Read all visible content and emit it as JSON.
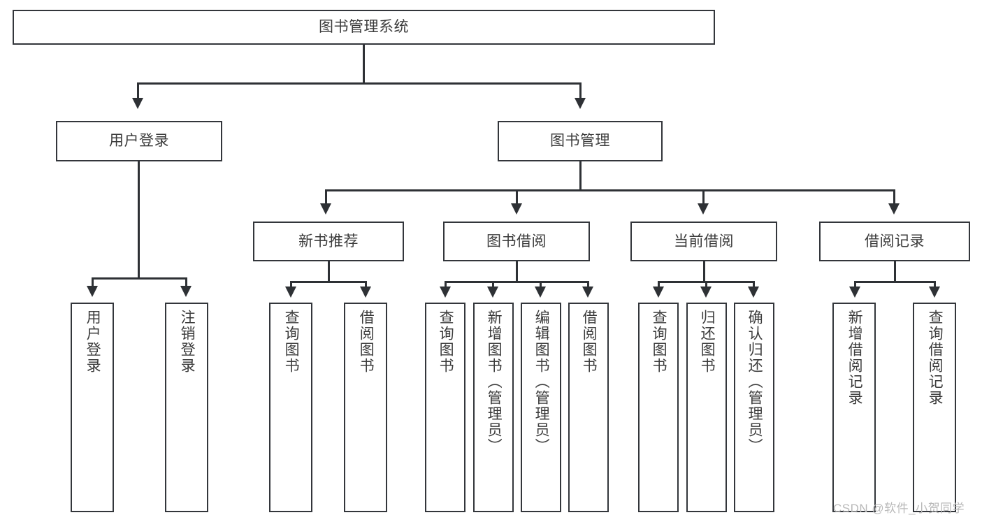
{
  "diagram": {
    "title": "图书管理系统",
    "root": {
      "label": "图书管理系统"
    },
    "level2": [
      {
        "label": "用户登录"
      },
      {
        "label": "图书管理"
      }
    ],
    "level3": [
      {
        "label": "新书推荐"
      },
      {
        "label": "图书借阅"
      },
      {
        "label": "当前借阅"
      },
      {
        "label": "借阅记录"
      }
    ],
    "leaves": [
      {
        "label": "用户登录",
        "parent": "用户登录"
      },
      {
        "label": "注销登录",
        "parent": "用户登录"
      },
      {
        "label": "查询图书",
        "parent": "新书推荐"
      },
      {
        "label": "借阅图书",
        "parent": "新书推荐"
      },
      {
        "label": "查询图书",
        "parent": "图书借阅"
      },
      {
        "label": "新增图书（管理员）",
        "parent": "图书借阅"
      },
      {
        "label": "编辑图书（管理员）",
        "parent": "图书借阅"
      },
      {
        "label": "借阅图书",
        "parent": "图书借阅"
      },
      {
        "label": "查询图书",
        "parent": "当前借阅"
      },
      {
        "label": "归还图书",
        "parent": "当前借阅"
      },
      {
        "label": "确认归还（管理员）",
        "parent": "当前借阅"
      },
      {
        "label": "新增借阅记录",
        "parent": "借阅记录"
      },
      {
        "label": "查询借阅记录",
        "parent": "借阅记录"
      }
    ],
    "watermark": "CSDN @软件_小贺同学",
    "colors": {
      "box_border": "#33363b",
      "connector": "#2e3135",
      "text": "#3c3c3c",
      "background": "#ffffff",
      "watermark": "#b9b9b9"
    }
  }
}
